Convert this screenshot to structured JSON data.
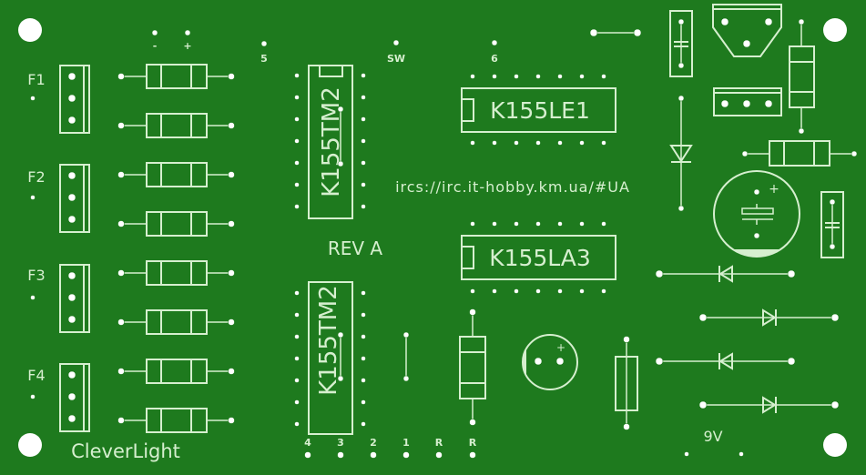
{
  "board": {
    "background_color": "#1e7a1e",
    "silkscreen_color": "#d6efcf",
    "title": "CleverLight",
    "revision": "REV A",
    "url": "ircs://irc.it-hobby.km.ua/#UA"
  },
  "fuses": [
    "F1",
    "F2",
    "F3",
    "F4"
  ],
  "top_labels": {
    "minus": "-",
    "plus": "+",
    "five": "5",
    "sw": "SW",
    "six": "6"
  },
  "ics": {
    "u1": "K155TM2",
    "u2": "K155TM2",
    "u3": "K155LE1",
    "u4": "K155LA3"
  },
  "bottom_labels": [
    "4",
    "3",
    "2",
    "1",
    "R",
    "R"
  ],
  "power_label": "9V",
  "cap_plus": "+"
}
